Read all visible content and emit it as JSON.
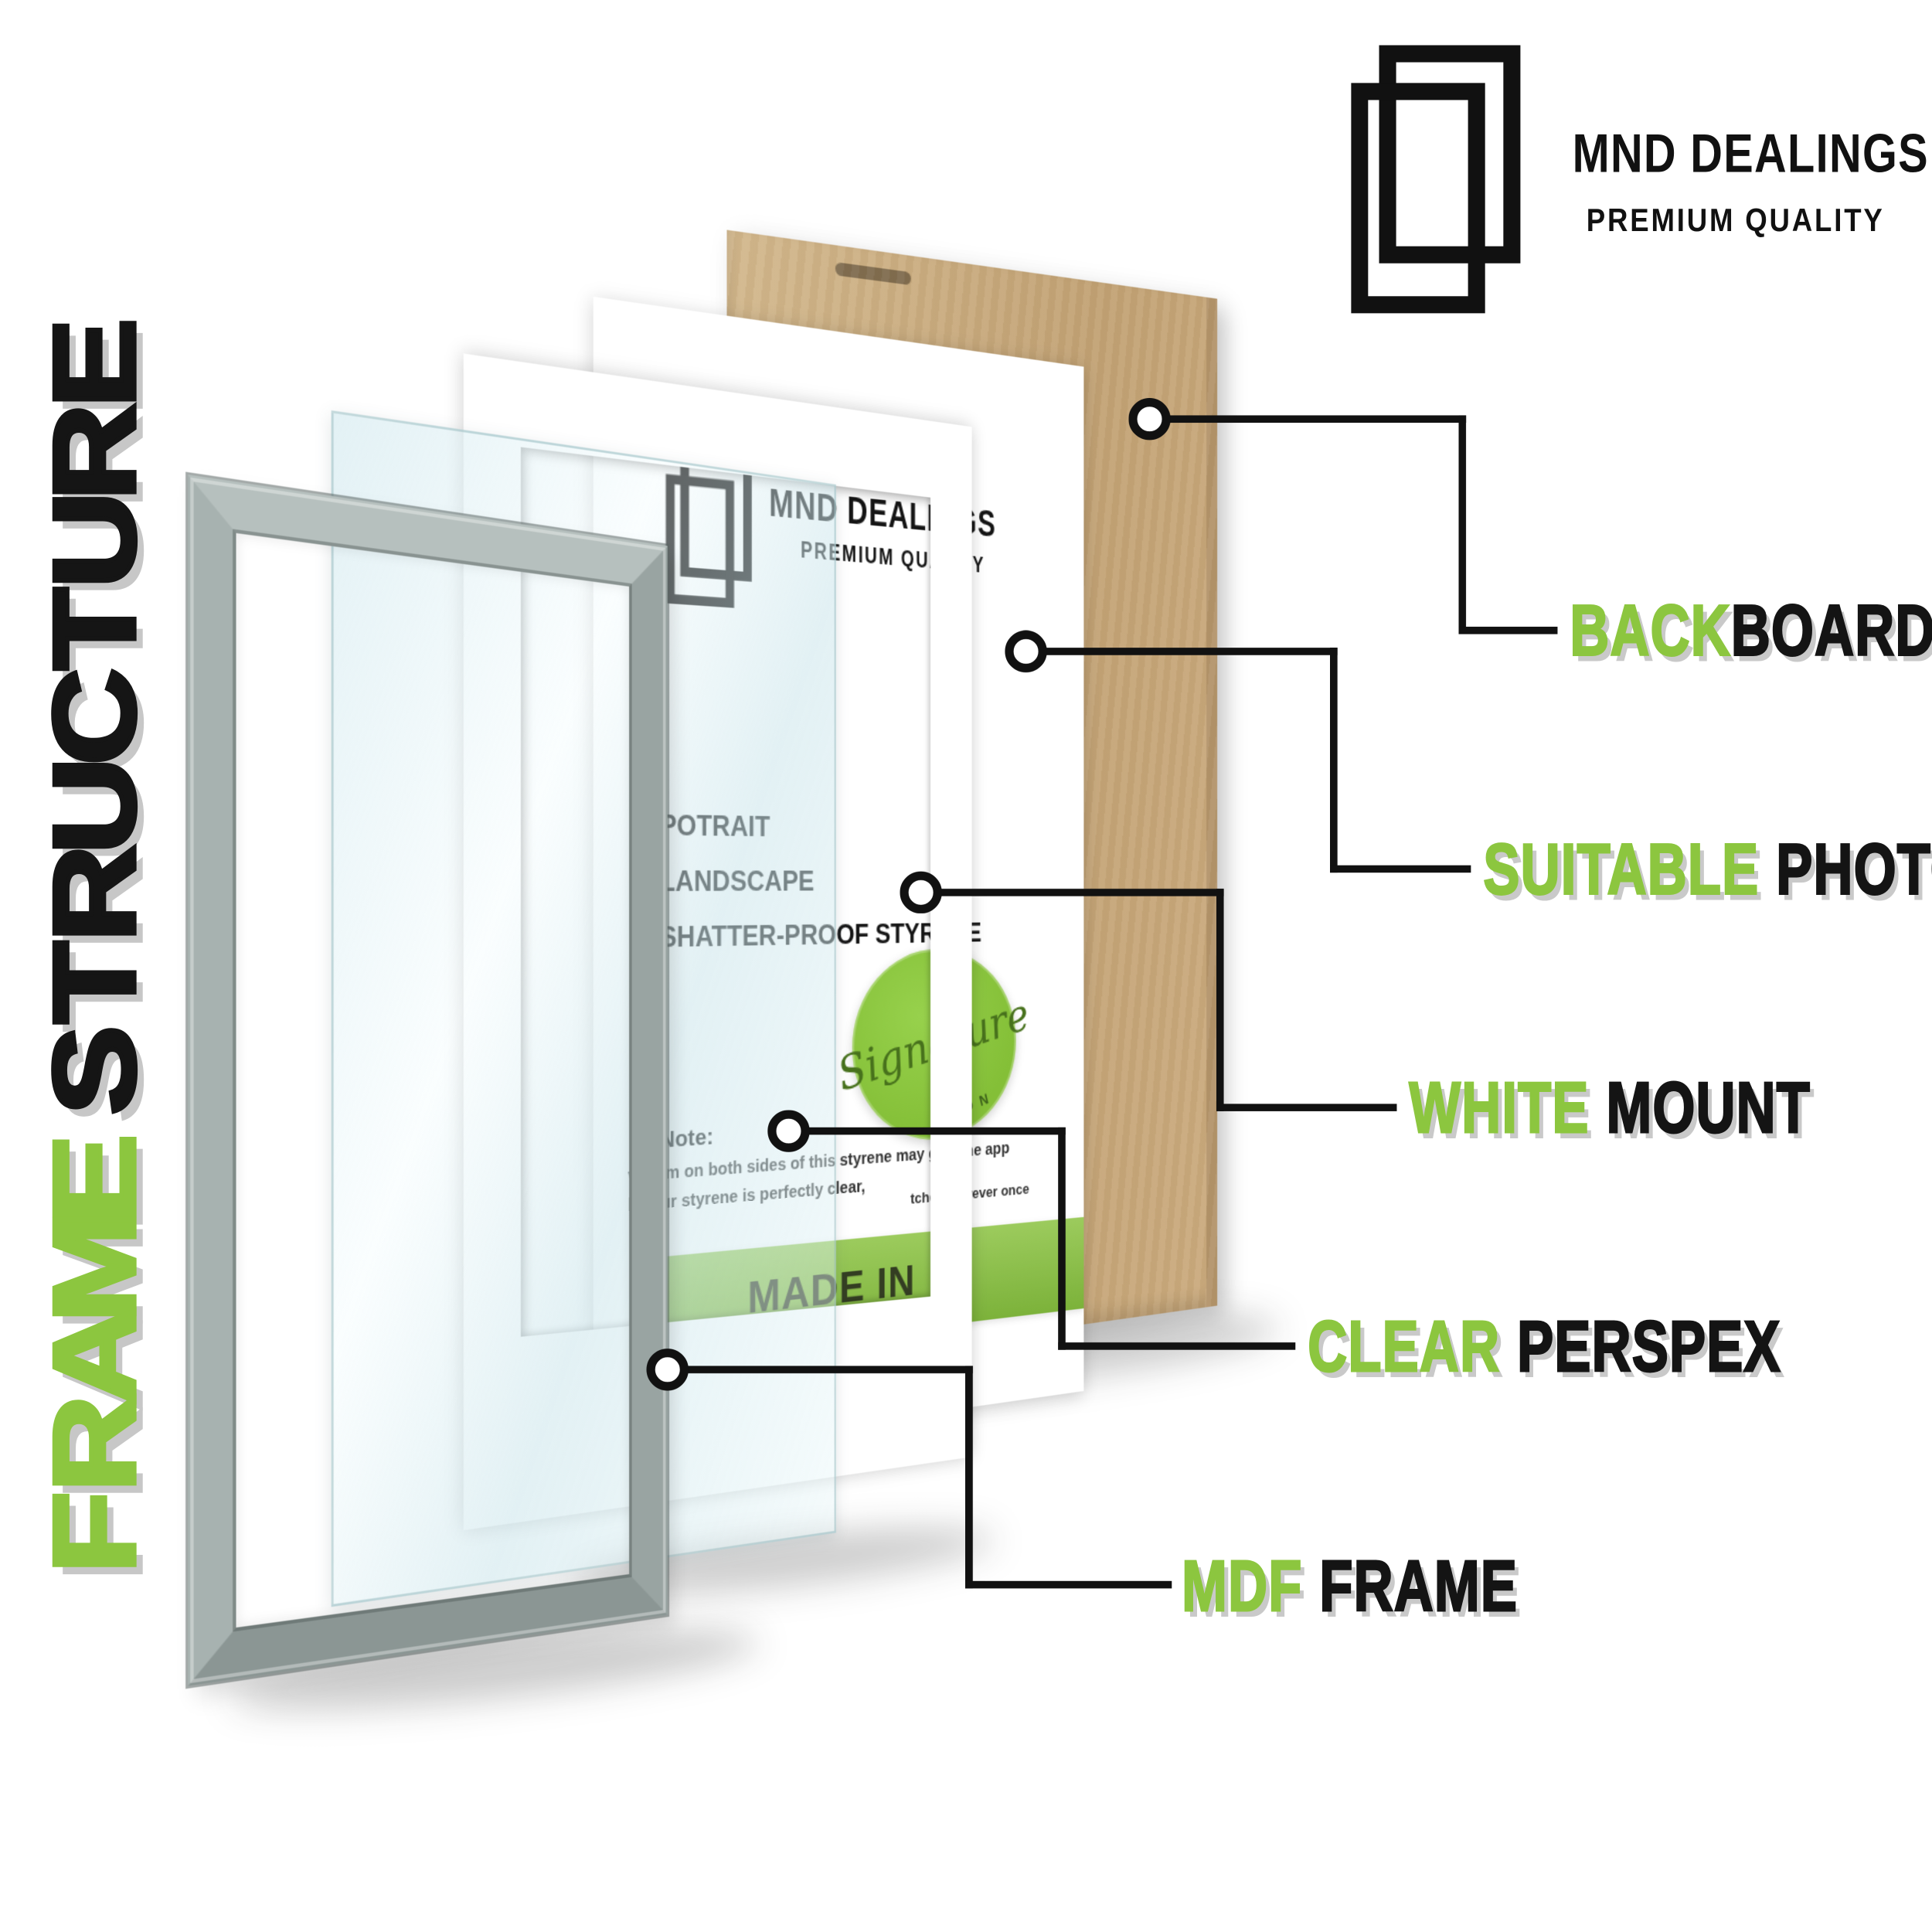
{
  "page": {
    "accent_green": "#8CC63F",
    "ink": "#141414",
    "backboard_tan": "#C9AA7C",
    "frame_silver": "#A7B2B0"
  },
  "side_title": {
    "green_word": "FRAME",
    "black_word": "STRUCTURE"
  },
  "brand": {
    "name": "MND DEALINGS",
    "tagline": "PREMIUM QUALITY",
    "logo_icon": "double-frame-icon"
  },
  "insert": {
    "brand_name": "MND DEALINGS",
    "brand_tagline": "PREMIUM QUALITY",
    "features": [
      "POTRAIT",
      "LANDSCAPE",
      "SHATTER-PROOF STYRENE"
    ],
    "note_title": "Note:",
    "note_line_1": "ve film on both sides of this styrene may give the app",
    "note_line_2": "l, your styrene is perfectly clear,",
    "note_side_fragment": "tches however once",
    "badge_script": "Signature",
    "badge_arc_letters": "TION",
    "band_text": "MADE IN"
  },
  "annotations": [
    {
      "green": "BACK",
      "black": "BOARD"
    },
    {
      "green": "SUITABLE",
      "black": "PHOTO"
    },
    {
      "green": "WHITE",
      "black": "MOUNT"
    },
    {
      "green": "CLEAR",
      "black": "PERSPEX"
    },
    {
      "green": "MDF",
      "black": "FRAME"
    }
  ]
}
